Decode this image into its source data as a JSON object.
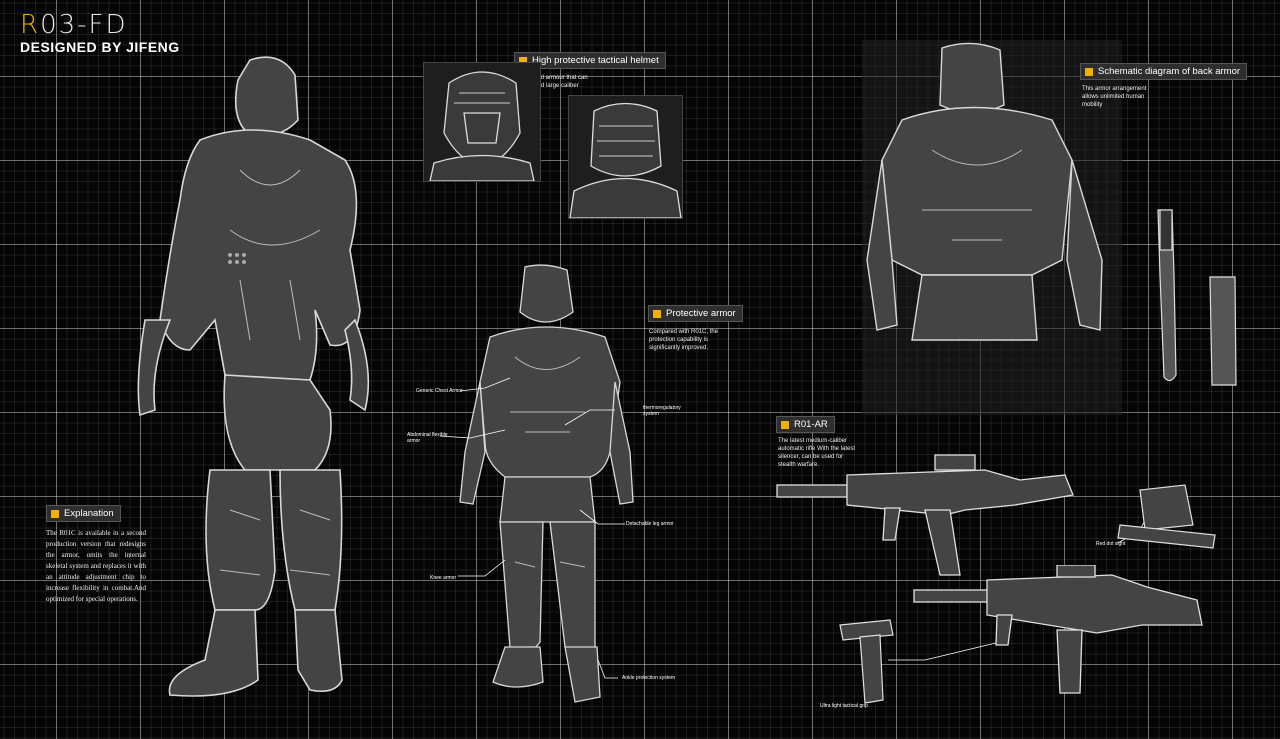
{
  "header": {
    "title_first": "R",
    "title_rest": "03-FD",
    "subtitle": "DESIGNED BY JIFENG"
  },
  "helmet": {
    "label": "High protective tactical helmet",
    "desc": "Improved armour that can withstand large caliber bullets."
  },
  "back": {
    "label": "Schematic diagram of back armor",
    "desc": "This armor arrangement allows unlimited human mobility"
  },
  "armor": {
    "label": "Protective armor",
    "desc": "Compared with R01C, the protection capability is significantly improved."
  },
  "rifle": {
    "label": "R01-AR",
    "desc": "The latest medium-caliber automatic rifle With the latest silencer, can be used for stealth warfare."
  },
  "explanation": {
    "label": "Explanation",
    "text": "The R01C is available in a second production version that redesigns the armor, omits the internal skeletal system and replaces it with an attitude adjustment chip to increase flexibility in combat.And optimized for special operations."
  },
  "callouts": {
    "chest": "Generic Chest Armor",
    "abdominal": "Abdominal flexible armor",
    "thermo": "thermoregulatory system",
    "leg": "Detachable leg armor",
    "knee": "Knee armor",
    "ankle": "Ankle protection system",
    "red_dot": "Red dot sight",
    "grip": "Ultra light tactical grip"
  },
  "colors": {
    "accent": "#f2b000",
    "background": "#050505",
    "grid": "#5a5a5a"
  }
}
